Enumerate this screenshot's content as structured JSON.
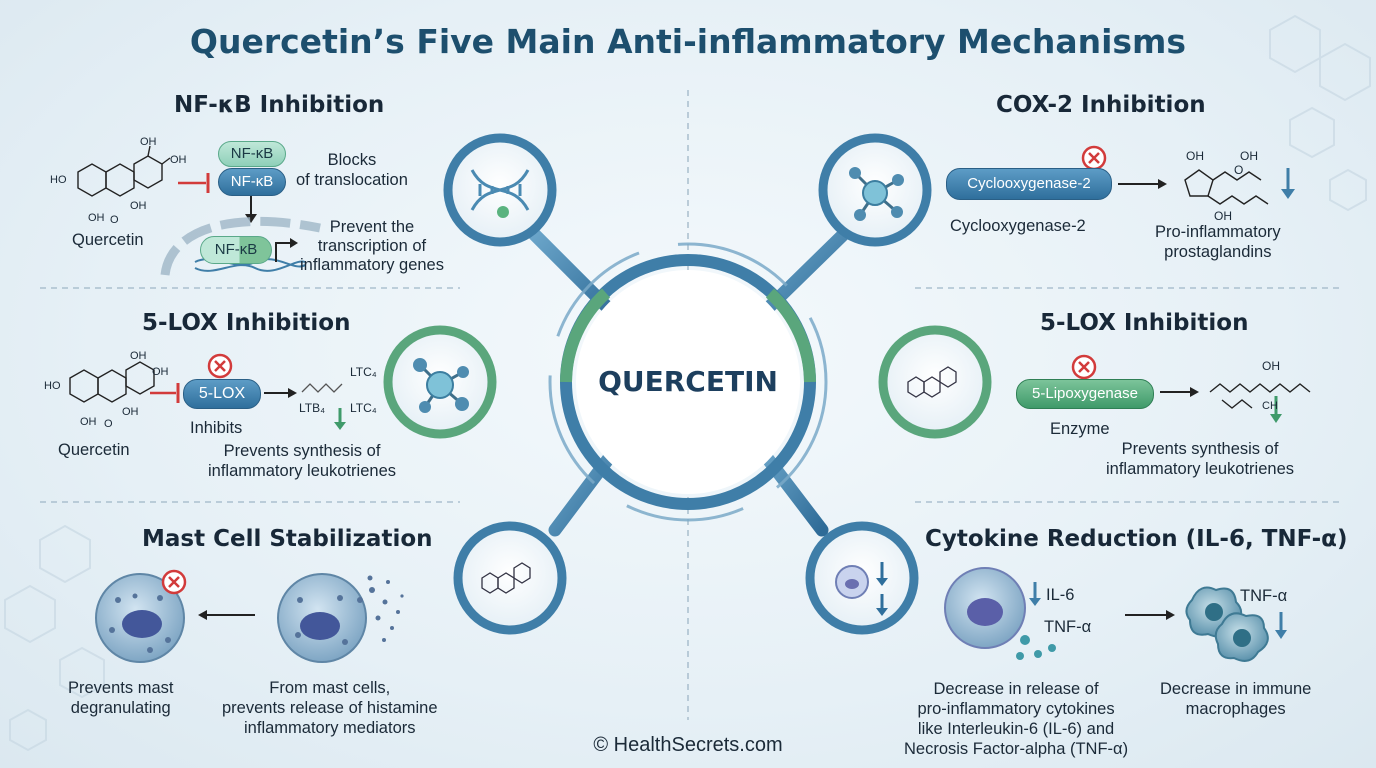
{
  "title": "Quercetin’s Five Main Anti-inflammatory Mechanisms",
  "center_label": "QUERCETIN",
  "footer": "© HealthSecrets.com",
  "colors": {
    "title": "#1d4f6e",
    "blue_accent": "#2f6f9c",
    "green_accent": "#3f9a6a",
    "inhibit_red": "#d23b3b"
  },
  "nfkb": {
    "heading": "NF-κB Inhibition",
    "pill_top": "NF-κB",
    "pill_mid": "NF-κB",
    "pill_dna": "NF-κB",
    "note1": "Blocks\nof translocation",
    "note2": "Prevent the\ntranscription of\ninflammatory genes",
    "molecule_label": "Quercetin",
    "oh_labels": [
      "OH",
      "OH",
      "HO",
      "OH",
      "OH",
      "O"
    ]
  },
  "lox_left": {
    "heading": "5-LOX Inhibition",
    "pill": "5-LOX",
    "inhibits": "Inhibits",
    "ltc4_top": "LTC₄",
    "ltb4": "LTB₄",
    "ltc4_bottom": "LTC₄",
    "note": "Prevents synthesis of\ninflammatory leukotrienes",
    "molecule_label": "Quercetin",
    "oh_labels": [
      "OH",
      "OH",
      "HO",
      "OH",
      "OH",
      "O"
    ]
  },
  "mast": {
    "heading": "Mast Cell Stabilization",
    "note_left": "Prevents mast\ndegranulating",
    "note_right": "From mast cells,\nprevents release of histamine\ninflammatory mediators"
  },
  "cox2": {
    "heading": "COX-2 Inhibition",
    "pill": "Cyclooxygenase-2",
    "enzyme_label": "Cyclooxygenase-2",
    "note": "Pro-inflammatory\nprostaglandins",
    "labels": [
      "OH",
      "OH",
      "OH",
      "O"
    ]
  },
  "lox_right": {
    "heading": "5-LOX Inhibition",
    "pill": "5-Lipoxygenase",
    "enzyme_label": "Enzyme",
    "note": "Prevents synthesis of\ninflammatory leukotrienes",
    "labels": [
      "OH",
      "CH"
    ]
  },
  "cytokine": {
    "heading": "Cytokine Reduction (IL-6, TNF-α)",
    "il6": "IL-6",
    "tnf_left": "TNF-α",
    "tnf_right": "TNF-α",
    "note_left": "Decrease in release of\npro-inflammatory cytokines\nlike Interleukin-6 (IL-6) and\nNecrosis Factor-alpha (TNF-α)",
    "note_right": "Decrease in immune\nmacrophages"
  },
  "icons": [
    "dna-icon",
    "molecule-icon",
    "flavonoid-icon",
    "cell-down-arrow-icon",
    "inhibit-x-icon"
  ]
}
